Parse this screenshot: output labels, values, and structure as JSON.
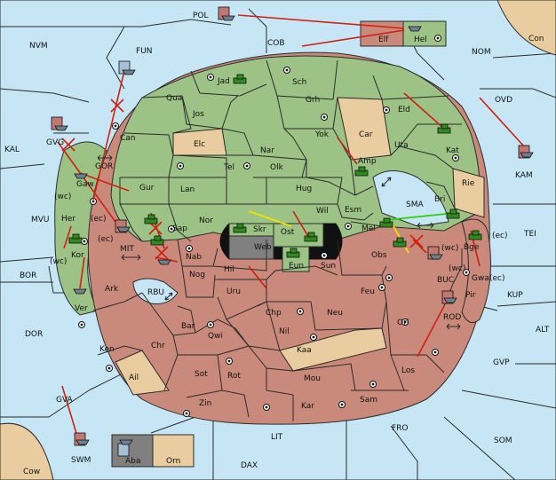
{
  "map": {
    "seas": [
      {
        "id": "POL",
        "label": "POL"
      },
      {
        "id": "COB",
        "label": "COB"
      },
      {
        "id": "NVM",
        "label": "NVM"
      },
      {
        "id": "FUN",
        "label": "FUN"
      },
      {
        "id": "NOM",
        "label": "NOM"
      },
      {
        "id": "Con",
        "label": "Con"
      },
      {
        "id": "OVD",
        "label": "OVD"
      },
      {
        "id": "KAL",
        "label": "KAL"
      },
      {
        "id": "KAM",
        "label": "KAM"
      },
      {
        "id": "GOR",
        "label": "GOR"
      },
      {
        "id": "MVU",
        "label": "MVU"
      },
      {
        "id": "SMA",
        "label": "SMA"
      },
      {
        "id": "TEI",
        "label": "TEI"
      },
      {
        "id": "MIT",
        "label": "MIT"
      },
      {
        "id": "BOR",
        "label": "BOR"
      },
      {
        "id": "RBU",
        "label": "RBU"
      },
      {
        "id": "BUC",
        "label": "BUC"
      },
      {
        "id": "KUP",
        "label": "KUP"
      },
      {
        "id": "DOR",
        "label": "DOR"
      },
      {
        "id": "ROD",
        "label": "ROD"
      },
      {
        "id": "ALT",
        "label": "ALT"
      },
      {
        "id": "GVP",
        "label": "GVP"
      },
      {
        "id": "GVA",
        "label": "GVA"
      },
      {
        "id": "FRO",
        "label": "FRO"
      },
      {
        "id": "SOM",
        "label": "SOM"
      },
      {
        "id": "LIT",
        "label": "LIT"
      },
      {
        "id": "SWM",
        "label": "SWM"
      },
      {
        "id": "DAX",
        "label": "DAX"
      },
      {
        "id": "Cow",
        "label": "Cow"
      }
    ],
    "provinces": [
      {
        "id": "Elf",
        "label": "Elf"
      },
      {
        "id": "Hel",
        "label": "Hel"
      },
      {
        "id": "Jad",
        "label": "Jad"
      },
      {
        "id": "Sch",
        "label": "Sch"
      },
      {
        "id": "Qua",
        "label": "Qua"
      },
      {
        "id": "Jos",
        "label": "Jos"
      },
      {
        "id": "Grh",
        "label": "Grh"
      },
      {
        "id": "Eld",
        "label": "Eld"
      },
      {
        "id": "Can",
        "label": "Can"
      },
      {
        "id": "GVG",
        "label": "GVG"
      },
      {
        "id": "Elc",
        "label": "Elc"
      },
      {
        "id": "Nar",
        "label": "Nar"
      },
      {
        "id": "Yok",
        "label": "Yok"
      },
      {
        "id": "Car",
        "label": "Car"
      },
      {
        "id": "Uta",
        "label": "Uta"
      },
      {
        "id": "Kat",
        "label": "Kat"
      },
      {
        "id": "Tel",
        "label": "Tel"
      },
      {
        "id": "Olk",
        "label": "Olk"
      },
      {
        "id": "Amp",
        "label": "Amp"
      },
      {
        "id": "Gaw",
        "label": "Gaw"
      },
      {
        "id": "Gur",
        "label": "Gur"
      },
      {
        "id": "Lan",
        "label": "Lan"
      },
      {
        "id": "Hug",
        "label": "Hug"
      },
      {
        "id": "Rie",
        "label": "Rie"
      },
      {
        "id": "Bri",
        "label": "Bri"
      },
      {
        "id": "Esm",
        "label": "Esm"
      },
      {
        "id": "Her",
        "label": "Her"
      },
      {
        "id": "Nor",
        "label": "Nor"
      },
      {
        "id": "Skr",
        "label": "Skr"
      },
      {
        "id": "Wil",
        "label": "Wil"
      },
      {
        "id": "Sap",
        "label": "Sap"
      },
      {
        "id": "Ost",
        "label": "Ost"
      },
      {
        "id": "Mel",
        "label": "Mel"
      },
      {
        "id": "Web",
        "label": "Web"
      },
      {
        "id": "Bge",
        "label": "Bge"
      },
      {
        "id": "Kor",
        "label": "Kor"
      },
      {
        "id": "Nab",
        "label": "Nab"
      },
      {
        "id": "Obs",
        "label": "Obs"
      },
      {
        "id": "Eun",
        "label": "Eun"
      },
      {
        "id": "Hil",
        "label": "Hil"
      },
      {
        "id": "Sun",
        "label": "Sun"
      },
      {
        "id": "Gwa",
        "label": "Gwa"
      },
      {
        "id": "Nog",
        "label": "Nog"
      },
      {
        "id": "Pir",
        "label": "Pir"
      },
      {
        "id": "Ark",
        "label": "Ark"
      },
      {
        "id": "Uru",
        "label": "Uru"
      },
      {
        "id": "Feu",
        "label": "Feu"
      },
      {
        "id": "Ver",
        "label": "Ver"
      },
      {
        "id": "Chp",
        "label": "Chp"
      },
      {
        "id": "Neu",
        "label": "Neu"
      },
      {
        "id": "Orl",
        "label": "Orl"
      },
      {
        "id": "Bar",
        "label": "Bar"
      },
      {
        "id": "Qwi",
        "label": "Qwi"
      },
      {
        "id": "Nil",
        "label": "Nil"
      },
      {
        "id": "Chr",
        "label": "Chr"
      },
      {
        "id": "Ken",
        "label": "Ken"
      },
      {
        "id": "Kaa",
        "label": "Kaa"
      },
      {
        "id": "Los",
        "label": "Los"
      },
      {
        "id": "Ail",
        "label": "Ail"
      },
      {
        "id": "Sot",
        "label": "Sot"
      },
      {
        "id": "Rot",
        "label": "Rot"
      },
      {
        "id": "Mou",
        "label": "Mou"
      },
      {
        "id": "Zin",
        "label": "Zin"
      },
      {
        "id": "Kar",
        "label": "Kar"
      },
      {
        "id": "Sam",
        "label": "Sam"
      },
      {
        "id": "Aba",
        "label": "Aba"
      },
      {
        "id": "Orn",
        "label": "Orn"
      }
    ],
    "coast_labels": [
      "(wc)",
      "(ec)",
      "(ec)",
      "(wc)",
      "(wc)",
      "(ec)",
      "(wc)",
      "(ec)"
    ],
    "colors": {
      "sea": "#c6e6f5",
      "power_green": "#9cc285",
      "power_red": "#c98a7c",
      "neutral": "#e9cc9f",
      "impassable": "#808080",
      "order_move": "#d02010",
      "order_support": "#f2e000",
      "order_convoy": "#30d010"
    },
    "unit_icons": [
      "army-icon",
      "fleet-icon",
      "supply-center-icon"
    ]
  }
}
